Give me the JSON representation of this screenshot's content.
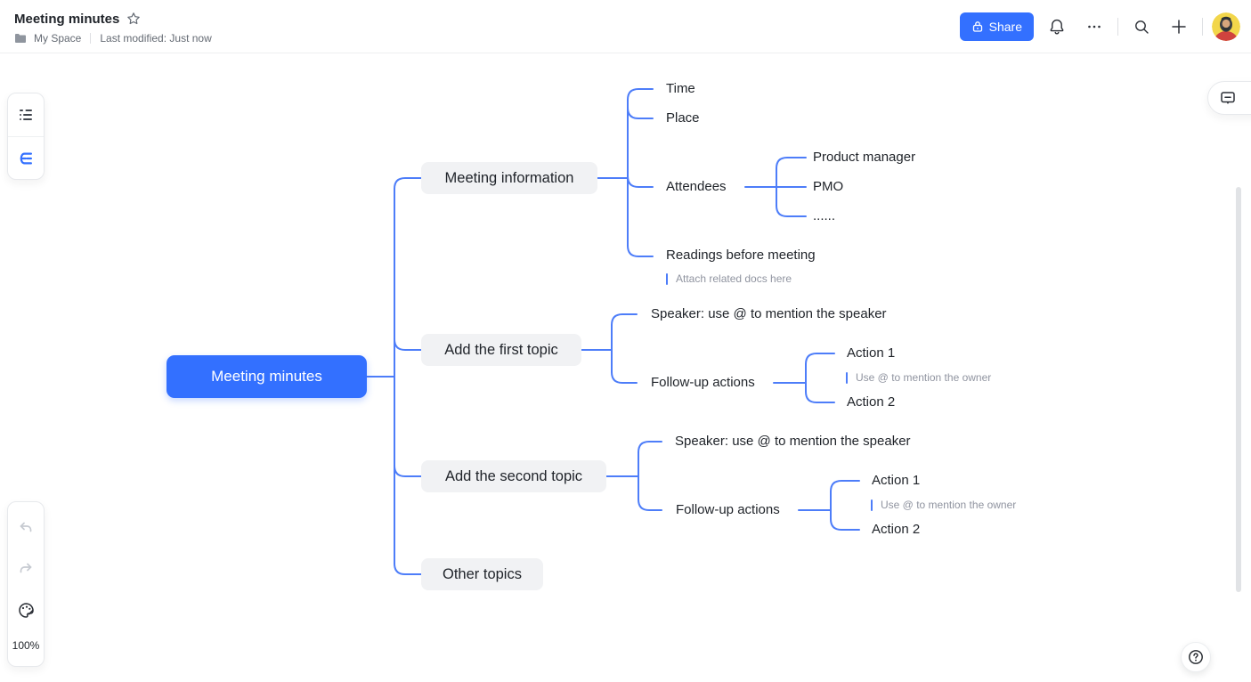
{
  "header": {
    "title": "Meeting minutes",
    "breadcrumb": "My Space",
    "last_modified": "Last modified: Just now",
    "share_label": "Share"
  },
  "controls": {
    "zoom_level": "100%"
  },
  "icons": {
    "star": "star-outline",
    "folder": "folder",
    "lock": "lock",
    "bell": "notifications",
    "more": "ellipsis",
    "search": "search",
    "plus": "plus",
    "outline_view": "outline-list",
    "mindmap_view": "mindmap-tree",
    "undo": "undo-arrow",
    "redo": "redo-arrow",
    "theme": "palette",
    "comment": "comment-bubble",
    "help": "question-mark"
  },
  "colors": {
    "accent": "#3370ff",
    "connector": "#4d7df9",
    "node_bg": "#f1f2f4",
    "note_text": "#9094a0"
  },
  "mindmap": {
    "root_label": "Meeting minutes",
    "branches": [
      {
        "label": "Meeting information",
        "children": [
          {
            "label": "Time"
          },
          {
            "label": "Place"
          },
          {
            "label": "Attendees",
            "children": [
              {
                "label": "Product manager"
              },
              {
                "label": "PMO"
              },
              {
                "label": "......"
              }
            ]
          },
          {
            "label": "Readings before meeting",
            "note": "Attach related docs here"
          }
        ]
      },
      {
        "label": "Add the first topic",
        "children": [
          {
            "label": "Speaker: use @ to mention the speaker"
          },
          {
            "label": "Follow-up actions",
            "children": [
              {
                "label": "Action 1",
                "note": "Use @ to mention the owner"
              },
              {
                "label": "Action 2"
              }
            ]
          }
        ]
      },
      {
        "label": "Add the second topic",
        "children": [
          {
            "label": "Speaker: use @ to mention the speaker"
          },
          {
            "label": "Follow-up actions",
            "children": [
              {
                "label": "Action 1",
                "note": "Use @ to mention the owner"
              },
              {
                "label": "Action 2"
              }
            ]
          }
        ]
      },
      {
        "label": "Other topics"
      }
    ]
  }
}
